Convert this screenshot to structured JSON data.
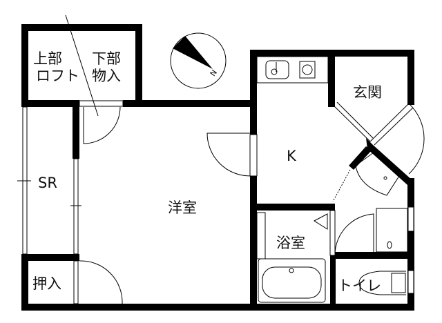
{
  "plan": {
    "rooms": {
      "loft_upper_1": "上部",
      "loft_upper_2": "ロフト",
      "storage_lower_1": "下部",
      "storage_lower_2": "物入",
      "sunroom": "SR",
      "western_room": "洋室",
      "kitchen": "K",
      "entrance": "玄関",
      "bathroom": "浴室",
      "closet": "押入",
      "toilet": "トイレ"
    },
    "compass_label": "N",
    "colors": {
      "wall": "#000000",
      "background": "#ffffff"
    }
  }
}
